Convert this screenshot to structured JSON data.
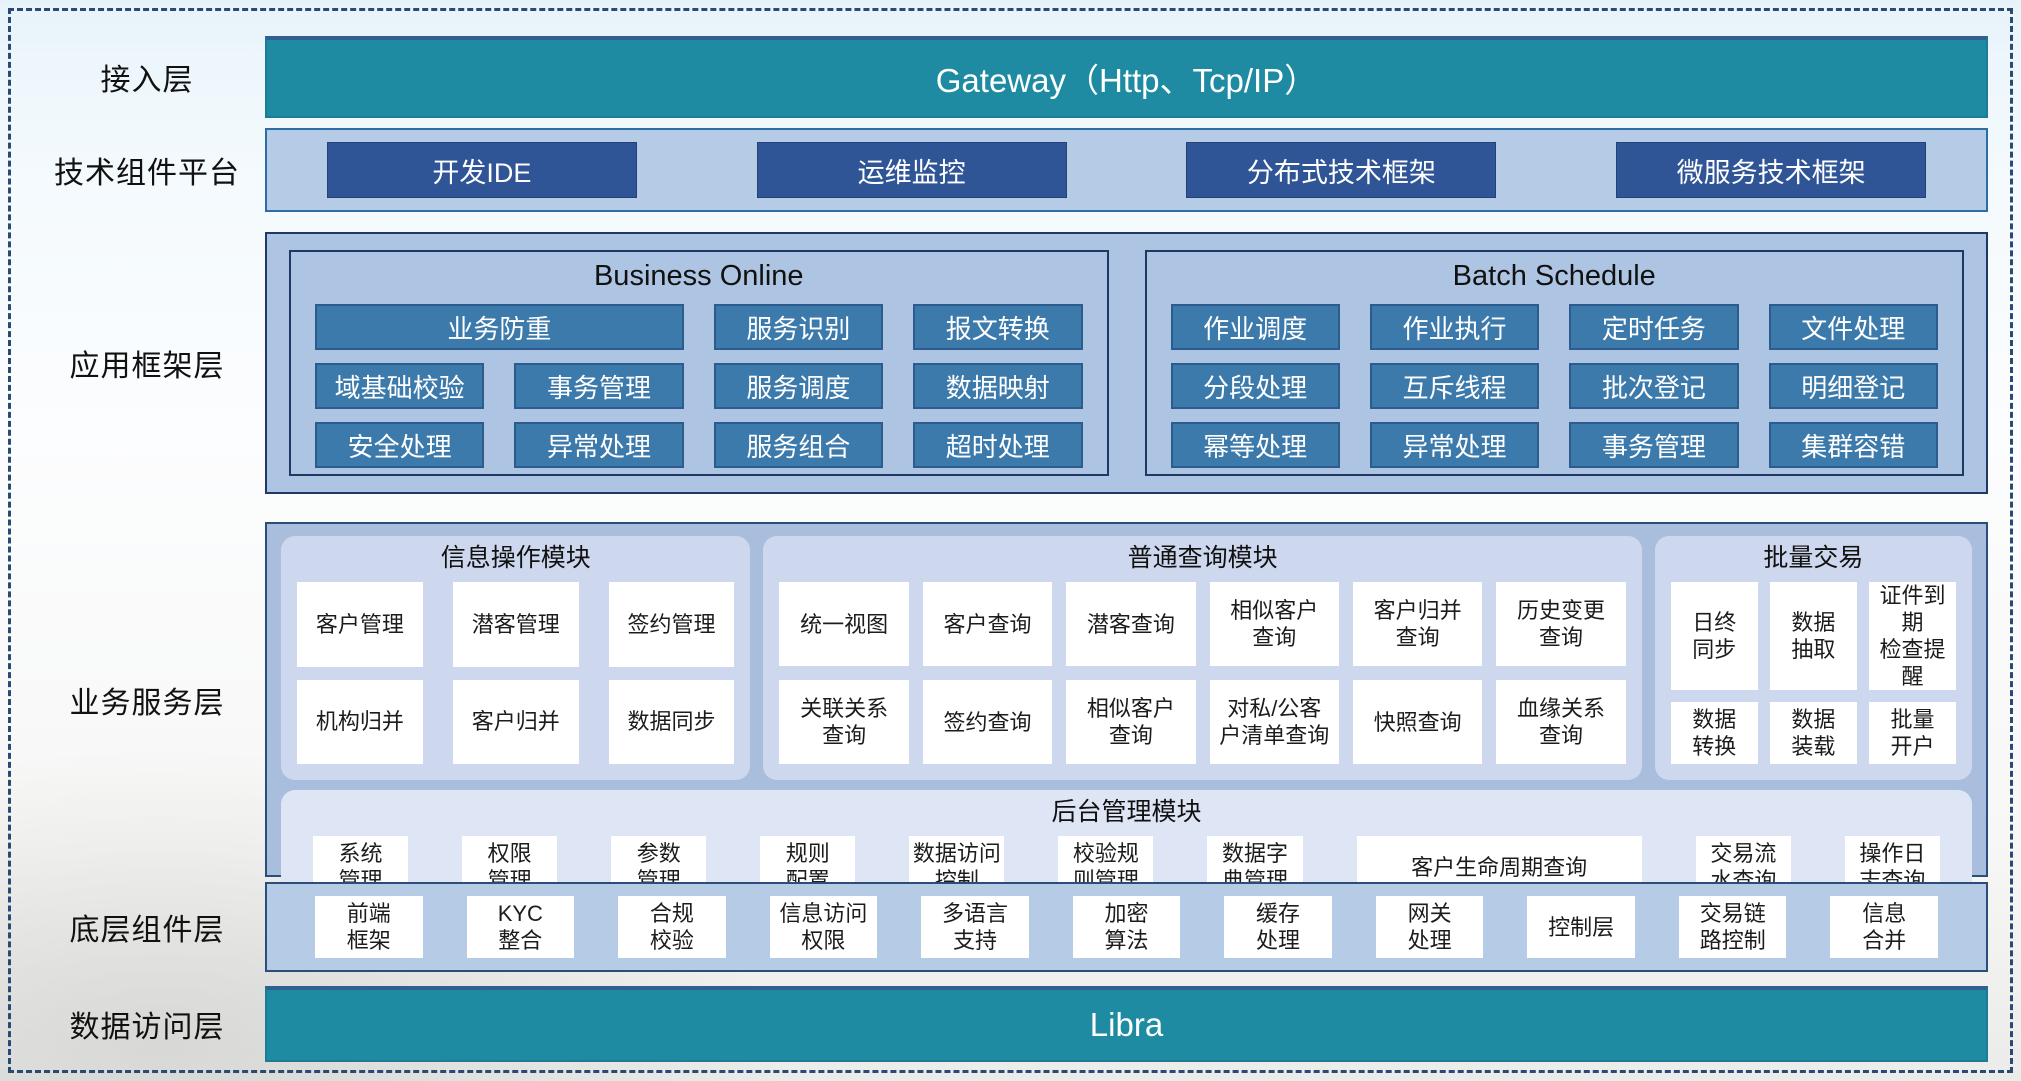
{
  "layers": [
    "接入层",
    "技术组件平台",
    "应用框架层",
    "业务服务层",
    "底层组件层",
    "数据访问层"
  ],
  "gateway": {
    "label": "Gateway（Http、Tcp/IP）"
  },
  "tech_platform": {
    "items": [
      "开发IDE",
      "运维监控",
      "分布式技术框架",
      "微服务技术框架"
    ]
  },
  "app_framework": {
    "panels": [
      {
        "title": "Business Online",
        "items": [
          {
            "label": "业务防重",
            "span": 2
          },
          "服务识别",
          "报文转换",
          "域基础校验",
          "事务管理",
          "服务调度",
          "数据映射",
          "安全处理",
          "异常处理",
          "服务组合",
          "超时处理"
        ]
      },
      {
        "title": "Batch Schedule",
        "items": [
          "作业调度",
          "作业执行",
          "定时任务",
          "文件处理",
          "分段处理",
          "互斥线程",
          "批次登记",
          "明细登记",
          "幂等处理",
          "异常处理",
          "事务管理",
          "集群容错"
        ]
      }
    ]
  },
  "business_service": {
    "modules": [
      {
        "title": "信息操作模块",
        "items": [
          "客户管理",
          "潜客管理",
          "签约管理",
          "机构归并",
          "客户归并",
          "数据同步"
        ]
      },
      {
        "title": "普通查询模块",
        "items": [
          "统一视图",
          "客户查询",
          "潜客查询",
          "相似客户\n查询",
          "客户归并\n查询",
          "历史变更\n查询",
          "关联关系\n查询",
          "签约查询",
          "相似客户\n查询",
          "对私/公客\n户清单查询",
          "快照查询",
          "血缘关系\n查询"
        ]
      },
      {
        "title": "批量交易",
        "items": [
          "日终\n同步",
          "数据\n抽取",
          "证件到期\n检查提醒",
          "数据\n转换",
          "数据\n装载",
          "批量\n开户"
        ]
      }
    ],
    "admin": {
      "title": "后台管理模块",
      "items": [
        "系统\n管理",
        "权限\n管理",
        "参数\n管理",
        "规则\n配置",
        "数据访问\n控制",
        "校验规\n则管理",
        "数据字\n典管理",
        {
          "label": "客户生命周期查询",
          "flex": 3
        },
        "交易流\n水查询",
        "操作日\n志查询"
      ]
    }
  },
  "bottom_components": {
    "items": [
      "前端\n框架",
      "KYC\n整合",
      "合规\n校验",
      "信息访问\n权限",
      "多语言\n支持",
      "加密\n算法",
      "缓存\n处理",
      "网关\n处理",
      "控制层",
      "交易链\n路控制",
      "信息\n合并"
    ]
  },
  "libra": {
    "label": "Libra"
  }
}
